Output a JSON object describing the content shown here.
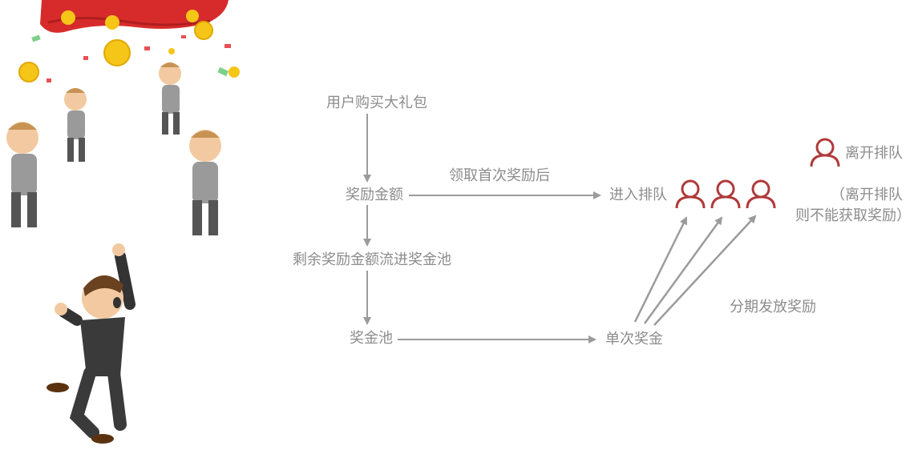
{
  "nodes": {
    "buy_gift_pack": "用户购买大礼包",
    "reward_amount": "奖励金额",
    "remaining_to_pool": "剩余奖励金额流进奖金池",
    "prize_pool": "奖金池",
    "join_queue": "进入排队",
    "single_prize": "单次奖金"
  },
  "edge_labels": {
    "after_first_reward": "领取首次奖励后",
    "installment_payout": "分期发放奖励"
  },
  "legend": {
    "leave_queue": "离开排队",
    "note_line1": "（离开排队",
    "note_line2": "则不能获取奖励）"
  },
  "colors": {
    "text": "#8c8c8c",
    "arrow": "#9b9b9b",
    "person_icon": "#b03a3a"
  },
  "icons": {
    "queue_person": "person-outline-icon",
    "legend_person": "person-outline-icon"
  }
}
